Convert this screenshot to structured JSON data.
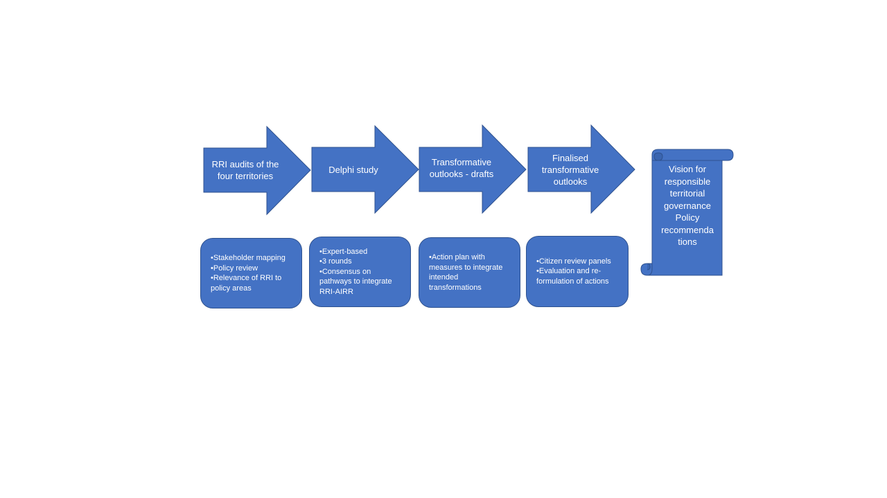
{
  "stages": [
    {
      "label_lines": [
        "RRI audits of the",
        "four territories"
      ],
      "bullets": [
        "Stakeholder mapping",
        "Policy review",
        "Relevance of RRI to policy areas"
      ]
    },
    {
      "label_lines": [
        "Delphi study"
      ],
      "bullets": [
        "Expert-based",
        "3 rounds",
        "Consensus on pathways to integrate RRI-AIRR"
      ]
    },
    {
      "label_lines": [
        "Transformative",
        "outlooks - drafts"
      ],
      "bullets": [
        "Action plan with measures to integrate intended transformations"
      ]
    },
    {
      "label_lines": [
        "Finalised",
        "transformative",
        "outlooks"
      ],
      "bullets": [
        "Citizen review panels",
        "Evaluation and re-formulation of actions"
      ]
    }
  ],
  "vision": {
    "lines": [
      "Vision for",
      "responsible",
      "territorial",
      "governance",
      "Policy",
      "recommenda",
      "tions"
    ]
  },
  "colors": {
    "fill": "#4472c4",
    "stroke": "#2f528f",
    "text": "#ffffff"
  }
}
